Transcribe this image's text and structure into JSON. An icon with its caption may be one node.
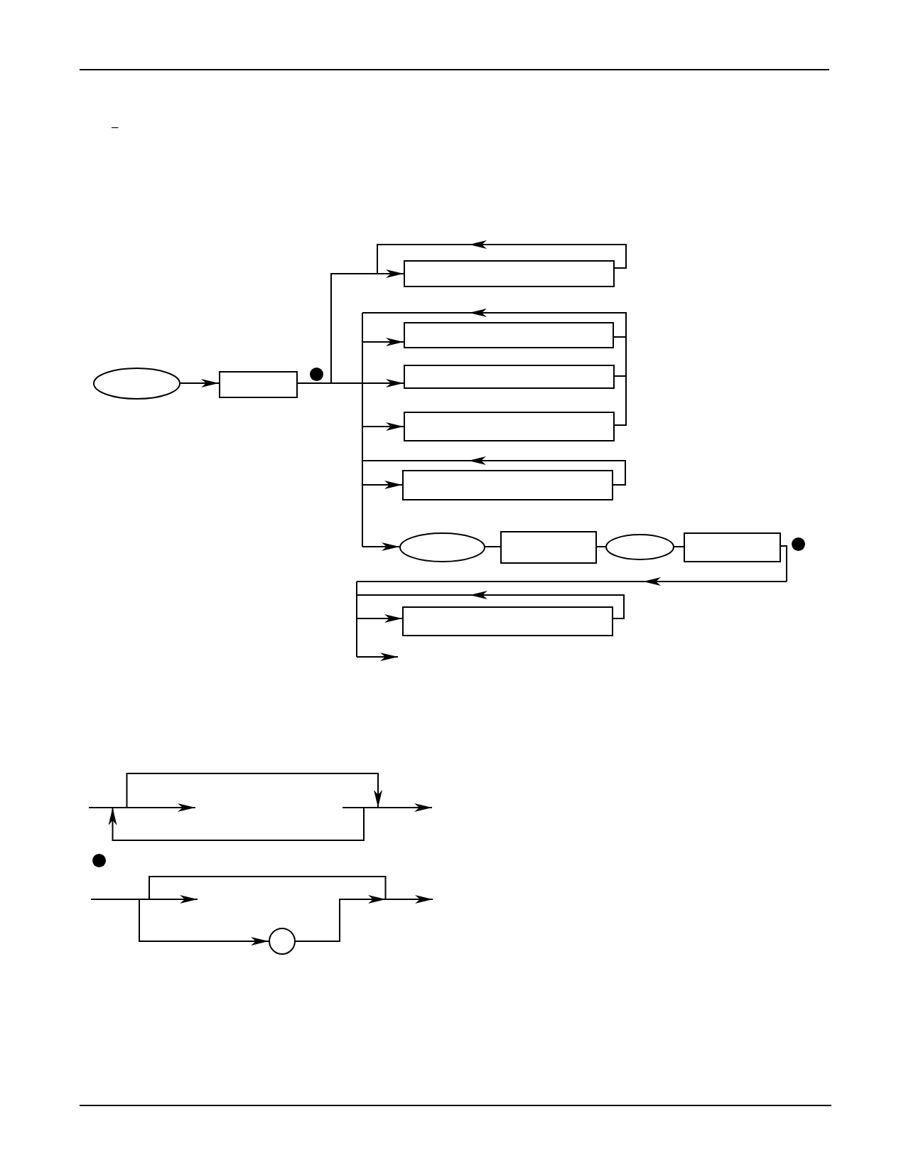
{
  "diagram": {
    "nodes": [
      {
        "text": [],
        "shape": "ellipse"
      },
      {
        "text": [],
        "shape": "box"
      },
      {
        "text": [],
        "shape": "box"
      },
      {
        "text": [],
        "shape": "box"
      },
      {
        "text": [],
        "shape": "box"
      },
      {
        "text": [],
        "shape": "box"
      },
      {
        "text": [],
        "shape": "box"
      },
      {
        "text": [],
        "shape": "ellipse"
      },
      {
        "text": [],
        "shape": "box"
      },
      {
        "text": [],
        "shape": "ellipse"
      },
      {
        "text": [],
        "shape": "box"
      },
      {
        "text": [],
        "shape": "box"
      },
      {
        "text": [],
        "shape": "circle"
      }
    ],
    "edges": [
      {
        "from": 0,
        "to": 1,
        "arrow": "to"
      },
      {
        "from": 1,
        "to": 2,
        "arrow": "to"
      },
      {
        "from": 1,
        "to": 3,
        "arrow": "to"
      },
      {
        "from": 1,
        "to": 4,
        "arrow": "to"
      },
      {
        "from": 1,
        "to": 5,
        "arrow": "to"
      },
      {
        "from": 1,
        "to": 6,
        "arrow": "to"
      },
      {
        "from": 1,
        "to": 7,
        "arrow": "to"
      },
      {
        "from": 2,
        "to": 2,
        "arrow": "to"
      },
      {
        "from": 3,
        "to": 3,
        "arrow": "to"
      },
      {
        "from": 3,
        "to": 4,
        "arrow": "to"
      },
      {
        "from": 3,
        "to": 5,
        "arrow": "to"
      },
      {
        "from": 3,
        "to": 6,
        "arrow": "to"
      },
      {
        "from": 3,
        "to": 7,
        "arrow": "to"
      },
      {
        "from": 4,
        "to": 4,
        "arrow": "to"
      },
      {
        "from": 4,
        "to": 5,
        "arrow": "to"
      },
      {
        "from": 4,
        "to": 6,
        "arrow": "to"
      },
      {
        "from": 4,
        "to": 7,
        "arrow": "to"
      },
      {
        "from": 5,
        "to": 5,
        "arrow": "to"
      },
      {
        "from": 5,
        "to": 6,
        "arrow": "to"
      },
      {
        "from": 5,
        "to": 7,
        "arrow": "to"
      },
      {
        "from": 6,
        "to": 6,
        "arrow": "to"
      },
      {
        "from": 6,
        "to": 7,
        "arrow": "to"
      },
      {
        "from": 7,
        "to": 8,
        "arrow": "none"
      },
      {
        "from": 8,
        "to": 9,
        "arrow": "none"
      },
      {
        "from": 9,
        "to": 10,
        "arrow": "none"
      },
      {
        "from": 10,
        "to": 11,
        "arrow": "to"
      },
      {
        "from": 11,
        "to": 11,
        "arrow": "to"
      },
      {
        "from": 11,
        "to": null,
        "arrow": "to"
      },
      {
        "from": null,
        "to": 12,
        "arrow": "to"
      },
      {
        "from": 12,
        "to": null,
        "arrow": "to"
      }
    ],
    "labels": [
      "–"
    ]
  }
}
